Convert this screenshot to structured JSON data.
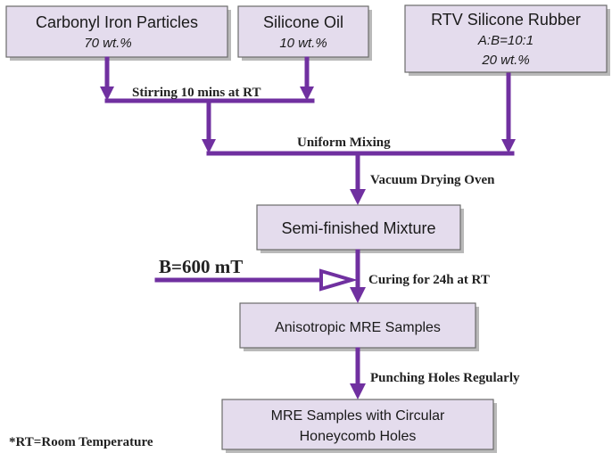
{
  "nodes": {
    "carbonyl": {
      "title": "Carbonyl Iron Particles",
      "sub": "70 wt.%"
    },
    "silicone_oil": {
      "title": "Silicone Oil",
      "sub": "10 wt.%"
    },
    "rtv": {
      "title": "RTV Silicone Rubber",
      "sub1": "A:B=10:1",
      "sub2": "20 wt.%"
    },
    "semi": {
      "title": "Semi-finished Mixture"
    },
    "aniso": {
      "title": "Anisotropic MRE Samples"
    },
    "final": {
      "line1": "MRE Samples with Circular",
      "line2": "Honeycomb Holes"
    }
  },
  "steps": {
    "stirring": "Stirring 10 mins at RT",
    "uniform": "Uniform Mixing",
    "vacuum": "Vacuum Drying Oven",
    "field": "B=600 mT",
    "curing": "Curing for 24h at RT",
    "punching": "Punching Holes Regularly"
  },
  "footnote": "*RT=Room Temperature",
  "colors": {
    "arrow": "#7030a0",
    "box_fill": "#e4dced",
    "box_border": "#6b6b6b"
  }
}
